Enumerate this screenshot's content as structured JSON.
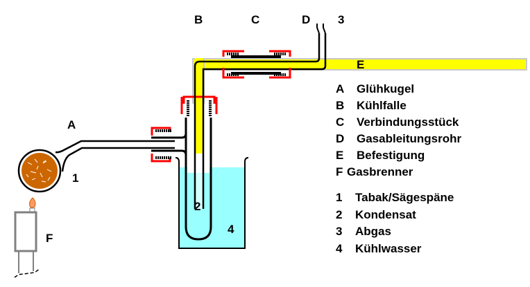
{
  "diagram": {
    "title": "Destillationsapparatur (Tabak/Sägespäne)",
    "colors": {
      "fixture": "#ffff00",
      "fixture_border": "#c8c8c8",
      "water": "#99ffff",
      "connector": "#ff0000",
      "material": "#cc6600",
      "flame": "#ff9966",
      "burner": "#808080",
      "glass": "#000000"
    },
    "labels": {
      "A": "A",
      "B": "B",
      "C": "C",
      "D": "D",
      "E": "E",
      "F": "F",
      "n1": "1",
      "n2": "2",
      "n3": "3",
      "n4": "4"
    },
    "legend_letters": [
      {
        "key": "A",
        "text": "Glühkugel"
      },
      {
        "key": "B",
        "text": "Kühlfalle"
      },
      {
        "key": "C",
        "text": "Verbindungsstück"
      },
      {
        "key": "D",
        "text": "Gasableitungsrohr"
      },
      {
        "key": "E",
        "text": "Befestigung"
      },
      {
        "key": "F",
        "text": "Gasbrenner"
      }
    ],
    "legend_numbers": [
      {
        "key": "1",
        "text": "Tabak/Sägespäne"
      },
      {
        "key": "2",
        "text": "Kondensat"
      },
      {
        "key": "3",
        "text": "Abgas"
      },
      {
        "key": "4",
        "text": "Kühlwasser"
      }
    ]
  }
}
